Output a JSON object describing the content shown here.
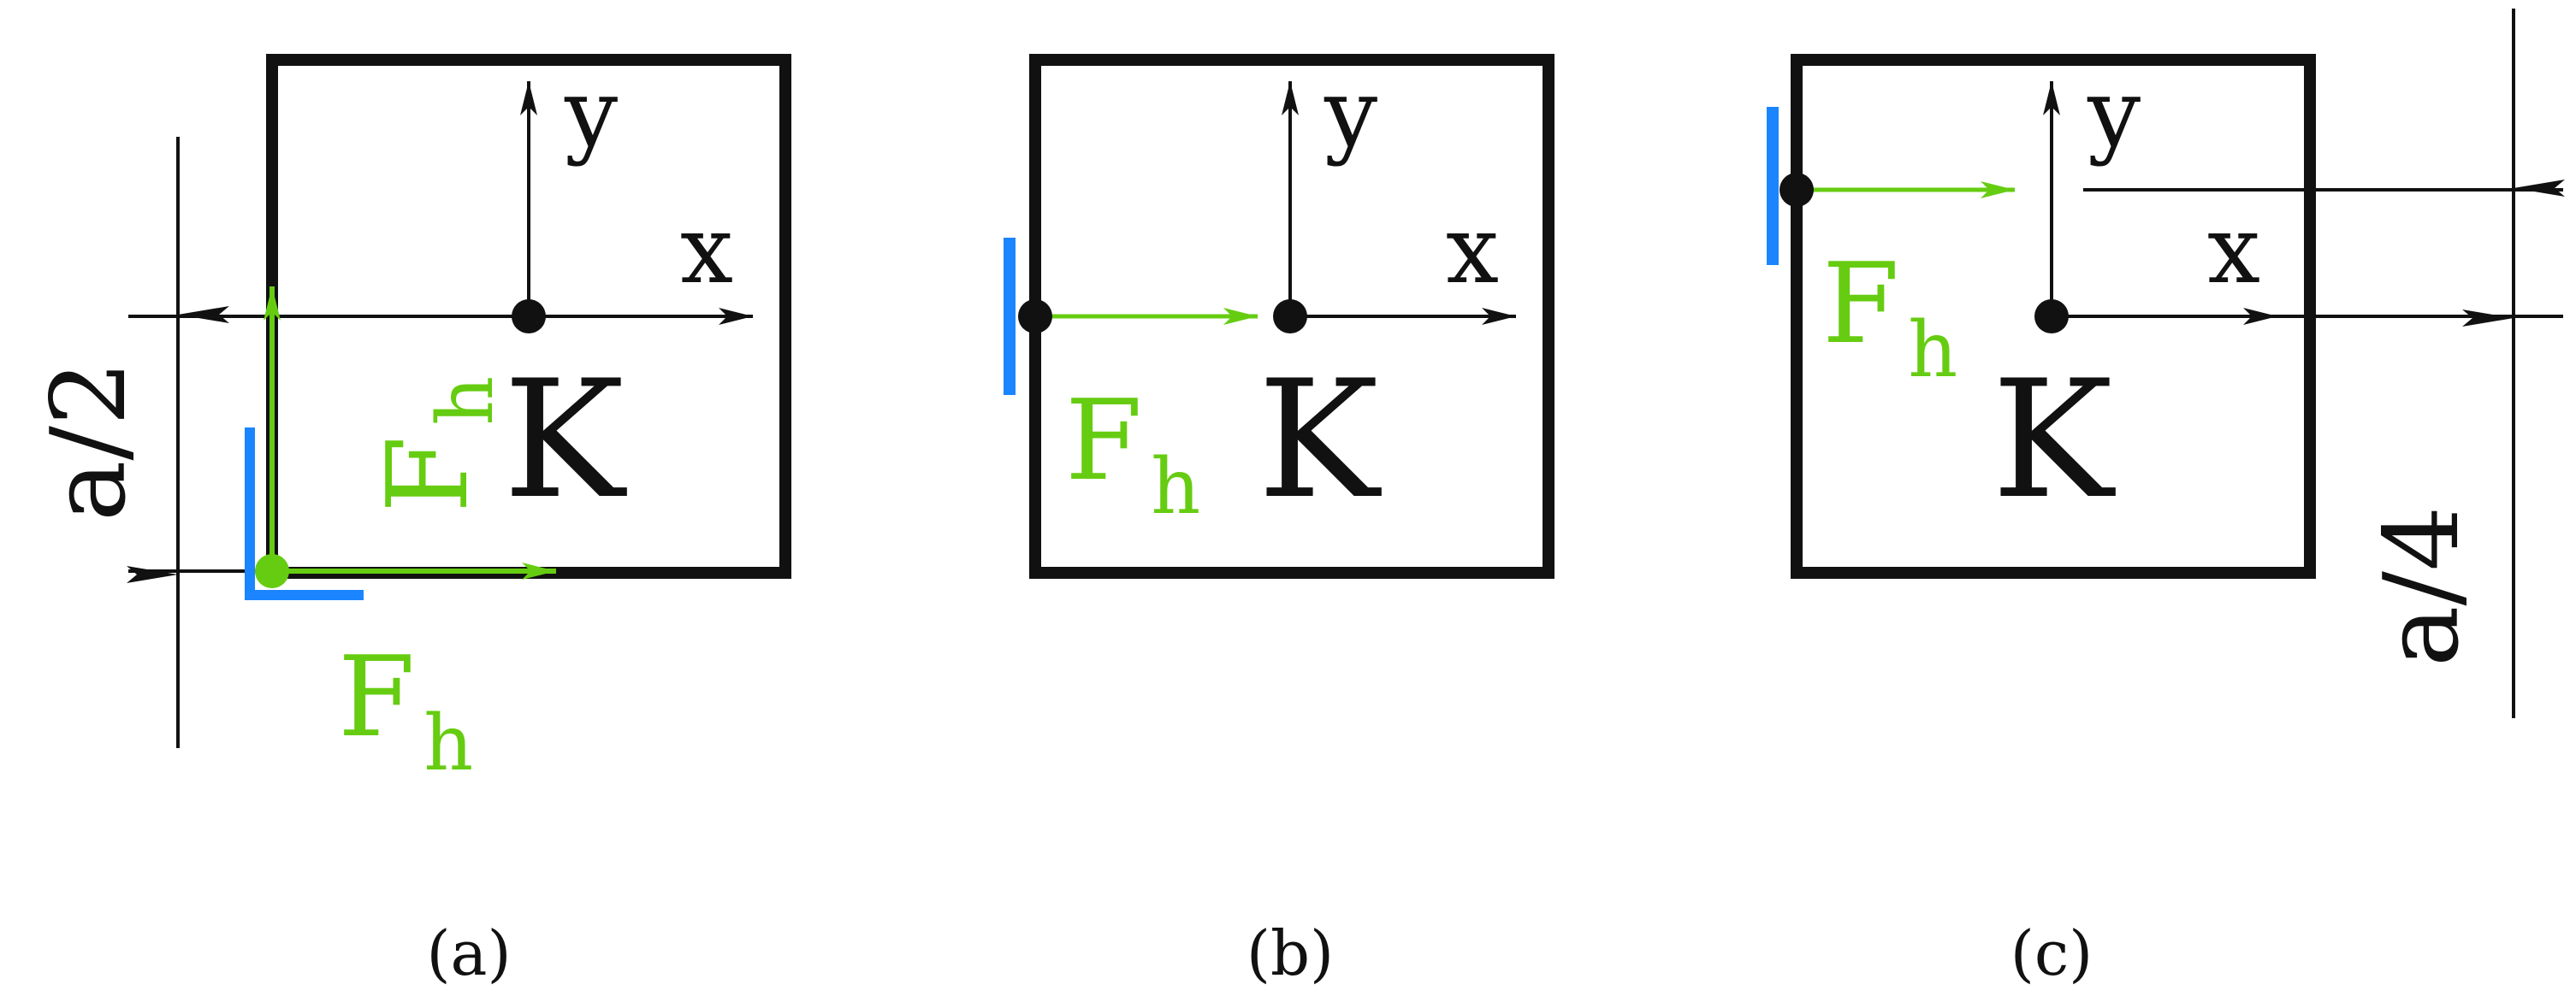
{
  "colors": {
    "frame": "#111111",
    "force": "#66cc11",
    "support": "#1a85ff",
    "ink": "#111111"
  },
  "panels": [
    {
      "id": "a",
      "caption": "(a)",
      "point_label": "K",
      "axis_x": "x",
      "axis_y": "y",
      "forces": [
        {
          "symbol": "F",
          "subscript": "h",
          "direction": "up"
        },
        {
          "symbol": "F",
          "subscript": "h",
          "direction": "right"
        }
      ],
      "dimension": "a/2"
    },
    {
      "id": "b",
      "caption": "(b)",
      "point_label": "K",
      "axis_x": "x",
      "axis_y": "y",
      "forces": [
        {
          "symbol": "F",
          "subscript": "h",
          "direction": "right"
        }
      ]
    },
    {
      "id": "c",
      "caption": "(c)",
      "point_label": "K",
      "axis_x": "x",
      "axis_y": "y",
      "forces": [
        {
          "symbol": "F",
          "subscript": "h",
          "direction": "right"
        }
      ],
      "dimension": "a/4"
    }
  ]
}
